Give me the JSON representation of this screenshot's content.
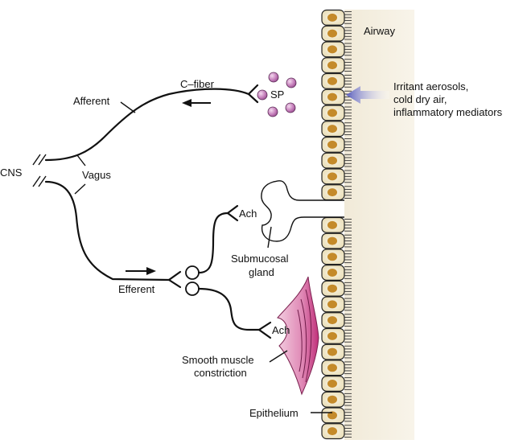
{
  "diagram": {
    "title": "Vagal reflex pathways in the airway",
    "labels": {
      "airway": "Airway",
      "stimulus_line1": "Irritant aerosols,",
      "stimulus_line2": "cold dry air,",
      "stimulus_line3": "inflammatory mediators",
      "c_fiber": "C–fiber",
      "sp": "SP",
      "afferent": "Afferent",
      "cns": "CNS",
      "vagus": "Vagus",
      "efferent": "Efferent",
      "ach_gland": "Ach",
      "ach_muscle": "Ach",
      "gland_line1": "Submucosal",
      "gland_line2": "gland",
      "muscle_line1": "Smooth muscle",
      "muscle_line2": "constriction",
      "epithelium": "Epithelium"
    },
    "epithelium": {
      "cells_above_gland": 12,
      "cells_below_gland": 14
    },
    "sp_particles": 5,
    "colors": {
      "airway_bg": "#f6f1e6",
      "cell_fill": "#f3ecd2",
      "nucleus": "#c48a2a",
      "sp_particle": "#c27bb8",
      "muscle": "#d9679f",
      "stimulus_arrow": "#6b6fc4"
    }
  }
}
